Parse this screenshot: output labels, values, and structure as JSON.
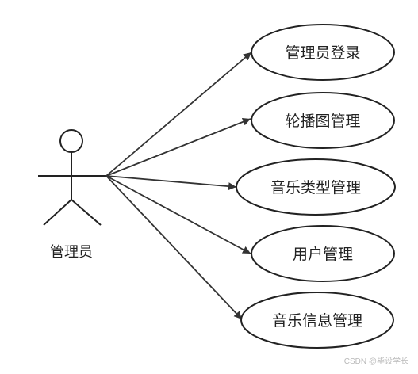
{
  "diagram": {
    "actor": {
      "label": "管理员"
    },
    "use_cases": [
      {
        "label": "管理员登录"
      },
      {
        "label": "轮播图管理"
      },
      {
        "label": "音乐类型管理"
      },
      {
        "label": "用户管理"
      },
      {
        "label": "音乐信息管理"
      }
    ]
  },
  "watermark": "CSDN @毕设学长"
}
